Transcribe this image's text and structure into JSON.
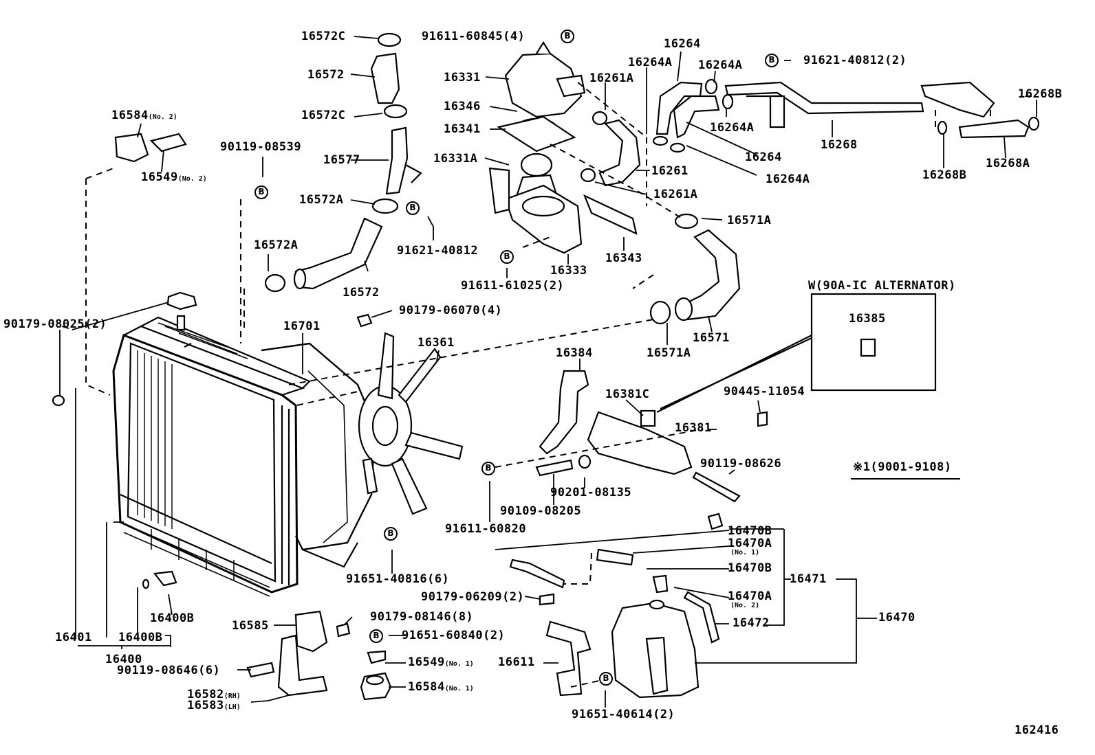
{
  "labels": {
    "l16572C_top": "16572C",
    "l91611_60845": "91611-60845(4)",
    "l16572_top": "16572",
    "l16331": "16331",
    "l16346": "16346",
    "l16341": "16341",
    "l16572C_mid": "16572C",
    "l16584_no2": "16584",
    "l16584_no2_sub": "(No. 2)",
    "l16549_no2": "16549",
    "l16549_no2_sub": "(No. 2)",
    "l90119_08539": "90119-08539",
    "l16577": "16577",
    "l16331A": "16331A",
    "l16572A_mid": "16572A",
    "l91621_40812_mid": "91621-40812",
    "l16572A_left": "16572A",
    "l16572_low": "16572",
    "l91611_61025": "91611-61025(2)",
    "l16333": "16333",
    "l16343": "16343",
    "l16264_top": "16264",
    "l16264A_1": "16264A",
    "l16264A_2": "16264A",
    "l16261A_top": "16261A",
    "l16264A_3": "16264A",
    "l16264_mid": "16264",
    "l16264A_4": "16264A",
    "l16261": "16261",
    "l16261A_low": "16261A",
    "l91621_40812_top": "91621-40812(2)",
    "l16268": "16268",
    "l16268B_right": "16268B",
    "l16268B_mid": "16268B",
    "l16268A": "16268A",
    "l16571A_top": "16571A",
    "l16571": "16571",
    "l16571A_low": "16571A",
    "l90179_08025": "90179-08025(2)",
    "l16701": "16701",
    "l90179_06070": "90179-06070(4)",
    "l16361": "16361",
    "l16384": "16384",
    "l16381C": "16381C",
    "l16381": "16381",
    "l90445_11054": "90445-11054",
    "l90119_08626": "90119-08626",
    "l90201_08135": "90201-08135",
    "l90109_08205": "90109-08205",
    "l91611_60820": "91611-60820",
    "l91651_40816": "91651-40816(6)",
    "l16470B_1": "16470B",
    "l16470A_1": "16470A",
    "l16470A_1_sub": "(No. 1)",
    "l16470B_2": "16470B",
    "l16471": "16471",
    "l90179_06209": "90179-06209(2)",
    "l16470A_2": "16470A",
    "l16470A_2_sub": "(No. 2)",
    "l16472": "16472",
    "l16470": "16470",
    "l90179_08146": "90179-08146(8)",
    "l91651_60840": "91651-60840(2)",
    "l16585": "16585",
    "l16549_no1": "16549",
    "l16549_no1_sub": "(No. 1)",
    "l16611": "16611",
    "l16584_no1": "16584",
    "l16584_no1_sub": "(No. 1)",
    "l16582": "16582",
    "l16582_sub": "(RH)",
    "l16583": "16583",
    "l16583_sub": "(LH)",
    "l91651_40614": "91651-40614(2)",
    "l16400B_a": "16400B",
    "l16401": "16401",
    "l16400B_b": "16400B",
    "l16400": "16400",
    "l90119_08646": "90119-08646(6)",
    "l16385": "16385",
    "l_alt_title": "W(90A-IC ALTERNATOR)",
    "l_period": "※1(9001-9108)",
    "l_fig_no": "162416"
  },
  "badge_letter": "B",
  "colors": {
    "ink": "#000000",
    "paper": "#ffffff"
  }
}
